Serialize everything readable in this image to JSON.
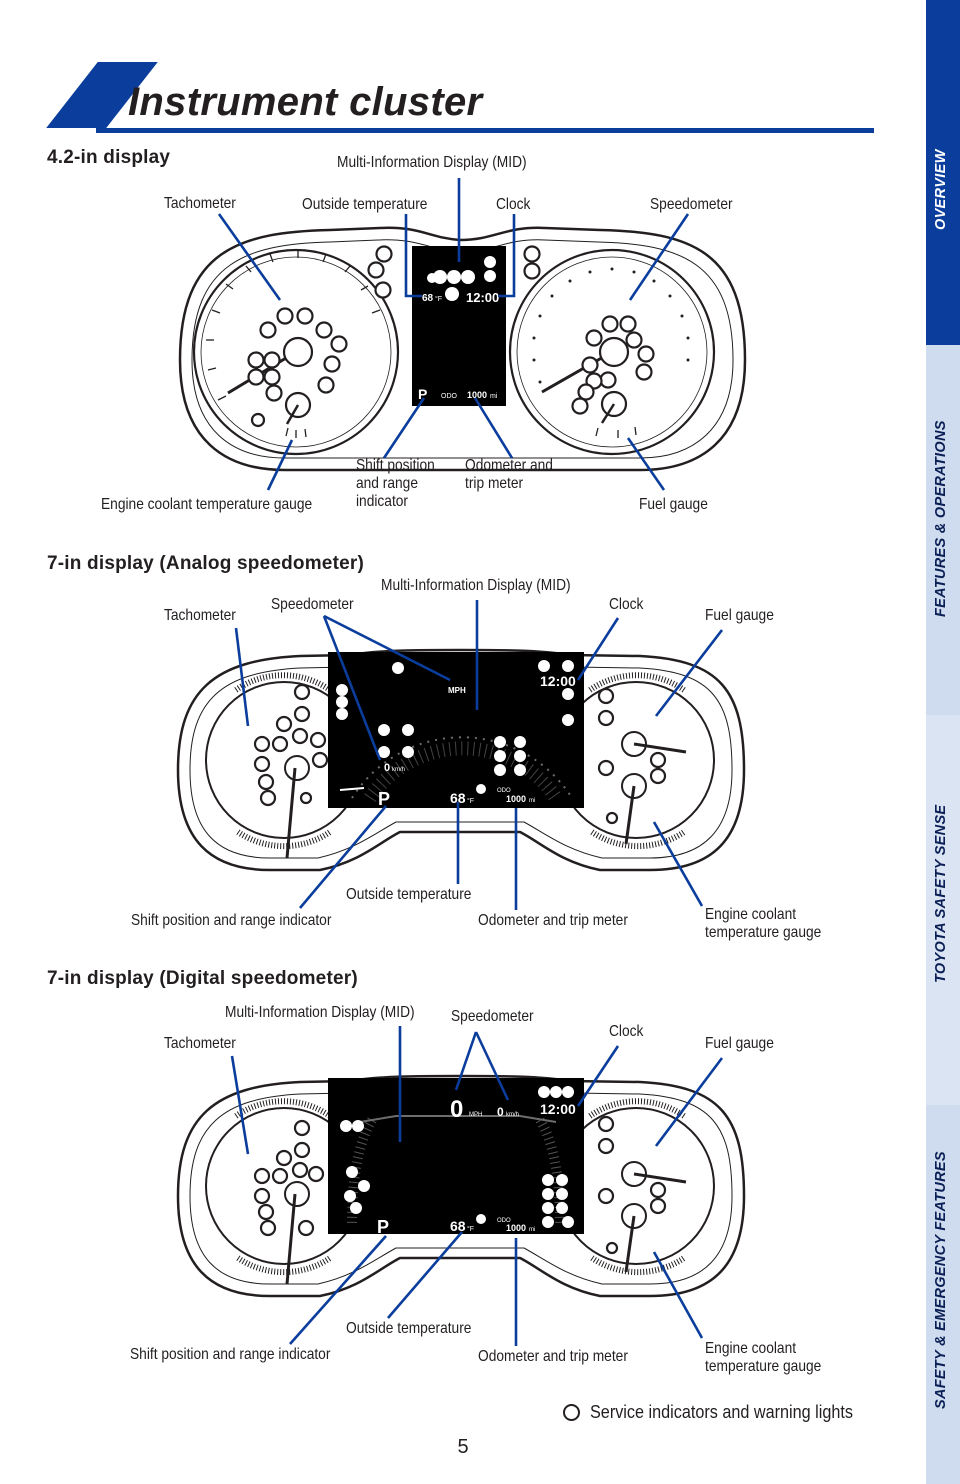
{
  "header": {
    "title": "Instrument cluster"
  },
  "tabs": [
    "OVERVIEW",
    "FEATURES & OPERATIONS",
    "TOYOTA SAFETY SENSE",
    "SAFETY & EMERGENCY FEATURES"
  ],
  "colors": {
    "accent": "#0a3d9c",
    "text": "#231f20"
  },
  "sections": {
    "s1": {
      "title": "4.2-in display",
      "labels": {
        "mid": "Multi-Information Display (MID)",
        "tachometer": "Tachometer",
        "outside_temp": "Outside temperature",
        "clock": "Clock",
        "speedometer": "Speedometer",
        "coolant": "Engine coolant temperature gauge",
        "shift": "Shift position and range indicator",
        "odometer": "Odometer and trip meter",
        "fuel": "Fuel gauge"
      },
      "screen": {
        "temp": "68",
        "temp_unit": "°F",
        "clock": "12:00",
        "shift": "P",
        "odo_label": "ODO",
        "odo_value": "1000",
        "odo_unit": "mi"
      }
    },
    "s2": {
      "title": "7-in display (Analog speedometer)",
      "labels": {
        "mid": "Multi-Information Display (MID)",
        "tachometer": "Tachometer",
        "speedometer": "Speedometer",
        "clock": "Clock",
        "fuel": "Fuel gauge",
        "outside_temp": "Outside temperature",
        "shift": "Shift position and range indicator",
        "odometer": "Odometer and trip meter",
        "coolant": "Engine coolant temperature gauge"
      },
      "screen": {
        "mph": "MPH",
        "speed": "0",
        "speed_unit": "km/h",
        "clock": "12:00",
        "shift": "P",
        "temp": "68",
        "temp_unit": "°F",
        "odo_label": "ODO",
        "odo_value": "1000",
        "odo_unit": "mi"
      }
    },
    "s3": {
      "title": "7-in display (Digital speedometer)",
      "labels": {
        "mid": "Multi-Information Display (MID)",
        "speedometer": "Speedometer",
        "tachometer": "Tachometer",
        "clock": "Clock",
        "fuel": "Fuel gauge",
        "outside_temp": "Outside temperature",
        "shift": "Shift position and range indicator",
        "odometer": "Odometer and trip meter",
        "coolant": "Engine coolant temperature gauge"
      },
      "screen": {
        "speed": "0",
        "mph": "MPH",
        "speed2": "0",
        "speed2_unit": "km/h",
        "clock": "12:00",
        "shift": "P",
        "temp": "68",
        "temp_unit": "°F",
        "odo_label": "ODO",
        "odo_value": "1000",
        "odo_unit": "mi"
      }
    }
  },
  "legend": "Service indicators and warning lights",
  "page_number": "5"
}
